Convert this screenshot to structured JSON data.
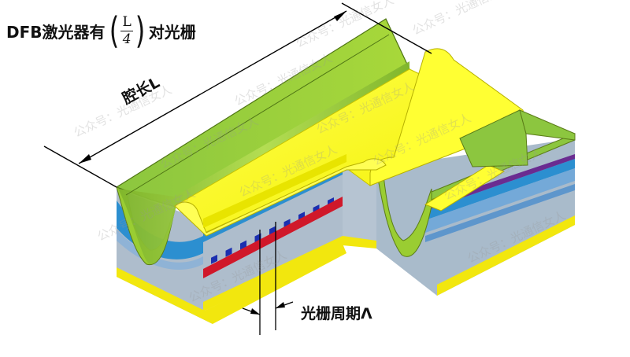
{
  "title": {
    "prefix": "DFB激光器有",
    "frac_num": "L",
    "frac_den": "4",
    "suffix": "对光栅"
  },
  "labels": {
    "cavity_length": "腔长L",
    "grating_period": "光栅周期Λ"
  },
  "watermark": "公众号：光通信女人",
  "colors": {
    "ridge_green": "#9ACD32",
    "top_yellow": "#FFFF33",
    "purple_layer": "#6A2C91",
    "red_layer": "#D0182A",
    "blue_layer": "#2C8FD0",
    "substrate": "#AEBDCC",
    "bottom_yellow": "#F2E70E",
    "grating_tooth": "#1B2FB0"
  }
}
